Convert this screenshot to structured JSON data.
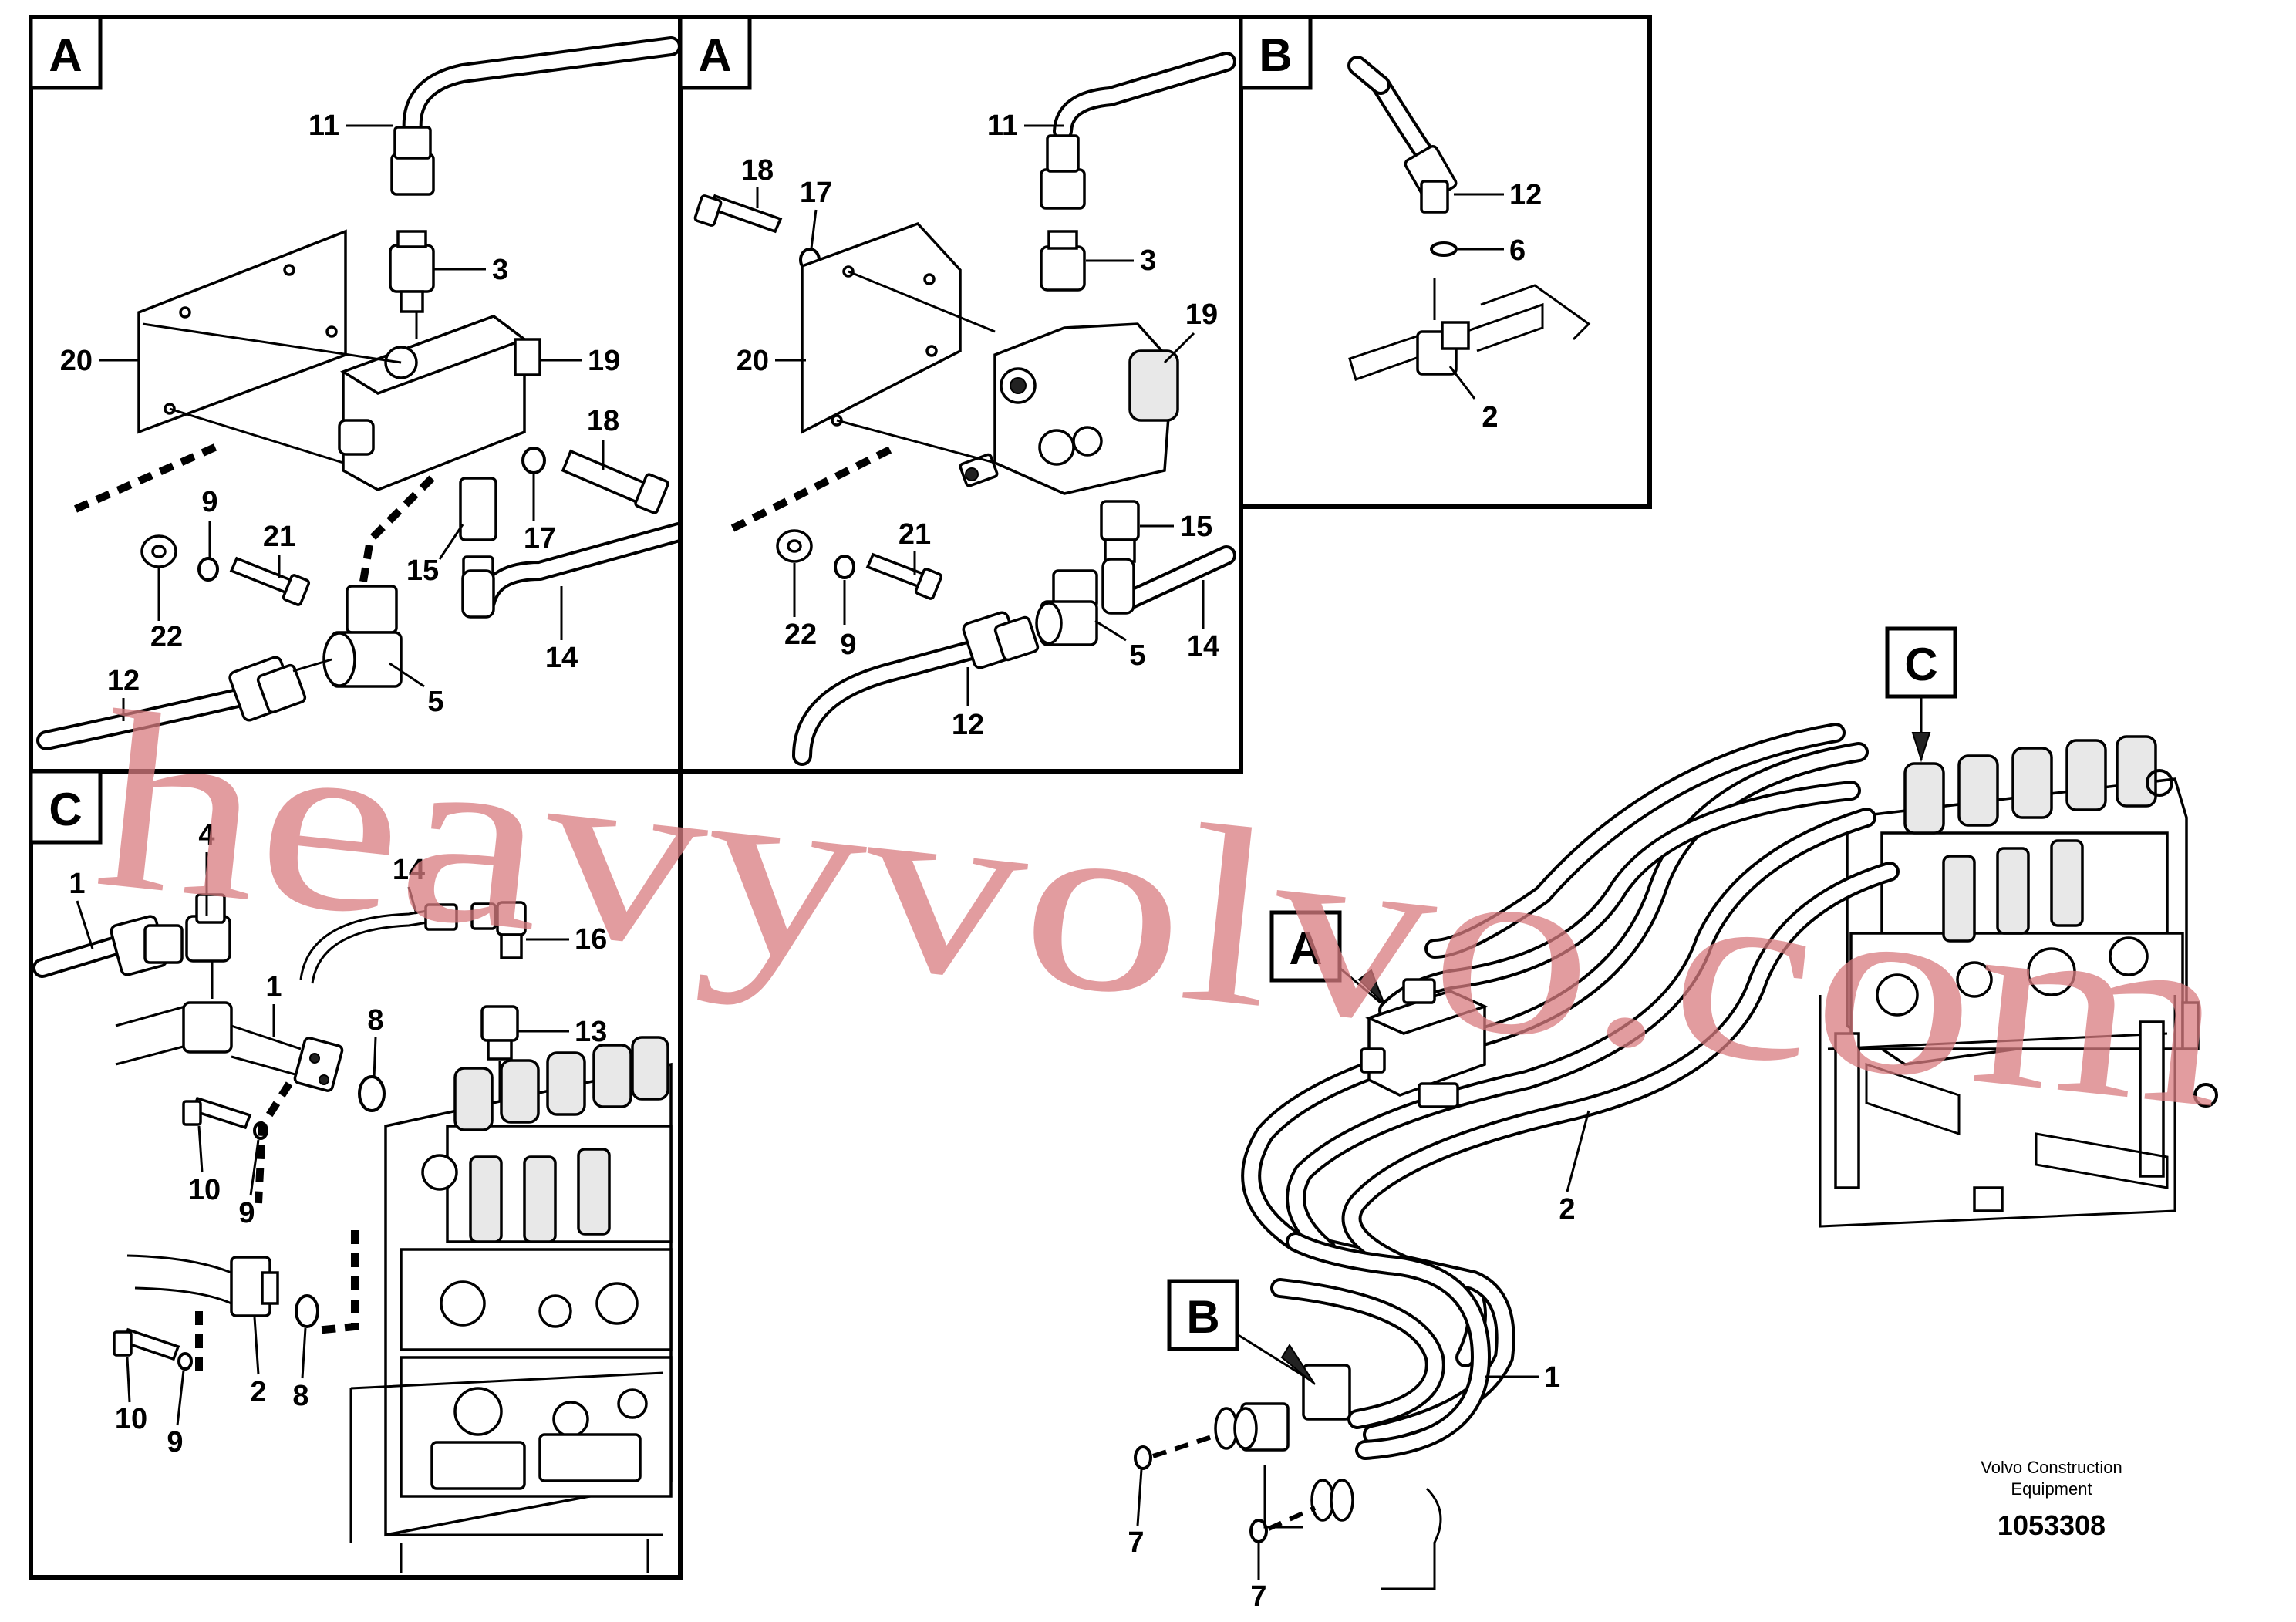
{
  "diagram": {
    "panel_labels": {
      "a_left": "A",
      "a_right": "A",
      "b": "B",
      "c": "C",
      "main_c": "C",
      "main_a": "A",
      "main_b": "B"
    },
    "callouts": {
      "p1": {
        "n11": "11",
        "n3": "3",
        "n20": "20",
        "n19": "19",
        "n18": "18",
        "n9": "9",
        "n21": "21",
        "n22": "22",
        "n15": "15",
        "n17": "17",
        "n14": "14",
        "n12": "12",
        "n5": "5"
      },
      "p2": {
        "n18": "18",
        "n17": "17",
        "n11": "11",
        "n3": "3",
        "n19": "19",
        "n20": "20",
        "n15": "15",
        "n21": "21",
        "n22": "22",
        "n9": "9",
        "n5": "5",
        "n14": "14",
        "n12": "12"
      },
      "p3": {
        "n12": "12",
        "n6": "6",
        "n2": "2"
      },
      "p4": {
        "n1a": "1",
        "n4": "4",
        "n14": "14",
        "n16": "16",
        "n1b": "1",
        "n8a": "8",
        "n13": "13",
        "n10a": "10",
        "n9a": "9",
        "n10b": "10",
        "n9b": "9",
        "n2": "2",
        "n8b": "8"
      },
      "main": {
        "n2": "2",
        "n1": "1",
        "n7a": "7",
        "n7b": "7"
      }
    },
    "caption_line1": "Volvo Construction",
    "caption_line2": "Equipment",
    "reference_number": "1053308",
    "watermark": "heavyvolvo.com"
  }
}
